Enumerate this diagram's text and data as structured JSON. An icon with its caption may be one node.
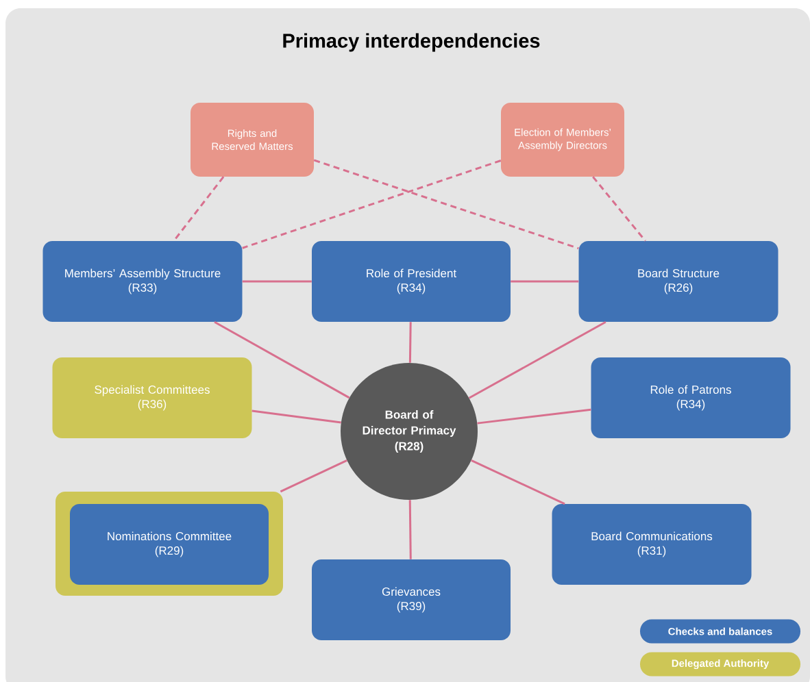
{
  "diagram": {
    "title": "Primacy interdependencies",
    "nodes": [
      {
        "text": [
          "Rights and Reserved Matters"
        ]
      },
      {
        "text": [
          "Election of Members’ Assembly Directors"
        ]
      },
      {
        "text": [
          "Members’ Assembly Structure",
          "(R33)"
        ]
      },
      {
        "text": [
          "Role of President",
          "(R34)"
        ]
      },
      {
        "text": [
          "Board Structure",
          "(R26)"
        ]
      },
      {
        "text": [
          "Specialist Committees",
          "(R36)"
        ]
      },
      {
        "text": [
          "Board of Director Primacy",
          "(R28)"
        ]
      },
      {
        "text": [
          "Role of Patrons",
          "(R34)"
        ]
      },
      {
        "text": [],
        "shape": "box"
      },
      {
        "text": [
          "Nominations Committee",
          "(R29)"
        ],
        "in": 8
      },
      {
        "text": [
          "Board Communications",
          "(R31)"
        ]
      },
      {
        "text": [
          "Grievances",
          "(R39)"
        ]
      }
    ],
    "edges": [
      {
        "from": 0,
        "to": 2,
        "arrow": "none",
        "style": "dashed"
      },
      {
        "from": 0,
        "to": 4,
        "arrow": "none",
        "style": "dashed"
      },
      {
        "from": 1,
        "to": 2,
        "arrow": "none",
        "style": "dashed"
      },
      {
        "from": 1,
        "to": 4,
        "arrow": "none",
        "style": "dashed"
      },
      {
        "from": 2,
        "to": 3,
        "arrow": "none"
      },
      {
        "from": 3,
        "to": 4,
        "arrow": "none"
      },
      {
        "from": 6,
        "to": 2,
        "arrow": "none"
      },
      {
        "from": 6,
        "to": 3,
        "arrow": "none"
      },
      {
        "from": 6,
        "to": 4,
        "arrow": "none"
      },
      {
        "from": 6,
        "to": 5,
        "arrow": "none"
      },
      {
        "from": 6,
        "to": 7,
        "arrow": "none"
      },
      {
        "from": 6,
        "to": 8,
        "arrow": "none"
      },
      {
        "from": 6,
        "to": 11,
        "arrow": "none"
      },
      {
        "from": 6,
        "to": 10,
        "arrow": "none"
      }
    ],
    "legend": [
      {
        "text": "Checks and balances",
        "color": "#3f72b5"
      },
      {
        "text": "Delegated Authority",
        "color": "#cdc656"
      }
    ]
  }
}
